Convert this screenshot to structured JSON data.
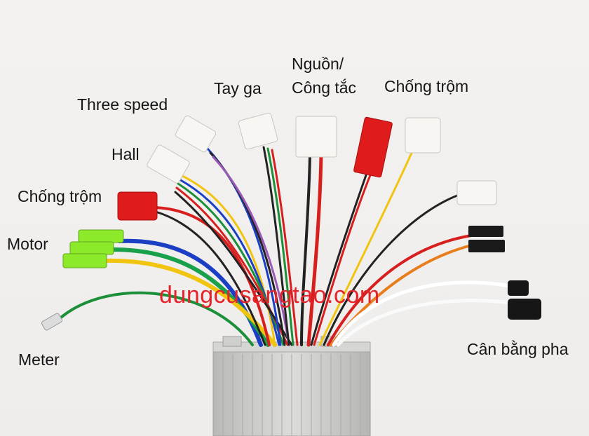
{
  "labels": {
    "tay_ga": "Tay ga",
    "nguon_line1": "Nguồn/",
    "nguon_line2": "Công tắc",
    "chong_trom_top": "Chống trộm",
    "three_speed": "Three speed",
    "hall": "Hall",
    "chong_trom_left": "Chống trộm",
    "motor": "Motor",
    "meter": "Meter",
    "can_bang_pha": "Cân bằng pha"
  },
  "watermark": "dungcusangtao.com",
  "colors": {
    "background": "#f1efed",
    "watermark": "#e4232a",
    "controller_body": "#c9c9c7",
    "red_connector": "#e01b1b",
    "white_connector": "#f7f6f2",
    "green_terminal": "#8dea2b"
  }
}
